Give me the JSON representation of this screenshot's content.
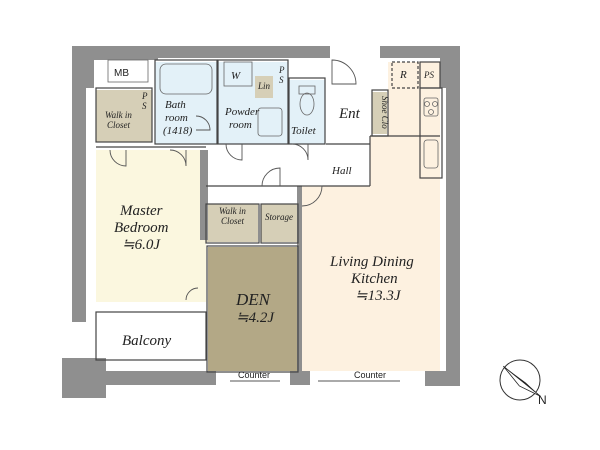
{
  "colors": {
    "wall": "#8f8f8f",
    "bedroom": "#fbf7df",
    "living": "#fdf1e0",
    "den": "#b3a886",
    "closet": "#d6cfb7",
    "wet": "#e3f1f8",
    "hall": "#ffffff"
  },
  "rooms": {
    "mb": "MB",
    "bath_line1": "Bath",
    "bath_line2": "room",
    "bath_line3": "(1418)",
    "powder_line1": "Powder",
    "powder_line2": "room",
    "washer": "W",
    "linen": "Lin",
    "ps1": "P",
    "ps1b": "S",
    "ps2": "P",
    "ps2b": "S",
    "toilet": "Toilet",
    "ent": "Ent",
    "shoe_closet": "Shoe Clo",
    "refrigerator": "R",
    "ps3": "PS",
    "hall": "Hall",
    "walkin1_line1": "Walk in",
    "walkin1_line2": "Closet",
    "master_line1": "Master",
    "master_line2": "Bedroom",
    "master_size": "≒6.0J",
    "walkin2_line1": "Walk in",
    "walkin2_line2": "Closet",
    "storage": "Storage",
    "living_line1": "Living Dining",
    "living_line2": "Kitchen",
    "living_size": "≒13.3J",
    "den": "DEN",
    "den_size": "≒4.2J",
    "balcony": "Balcony",
    "counter1": "Counter",
    "counter2": "Counter",
    "north": "N"
  }
}
